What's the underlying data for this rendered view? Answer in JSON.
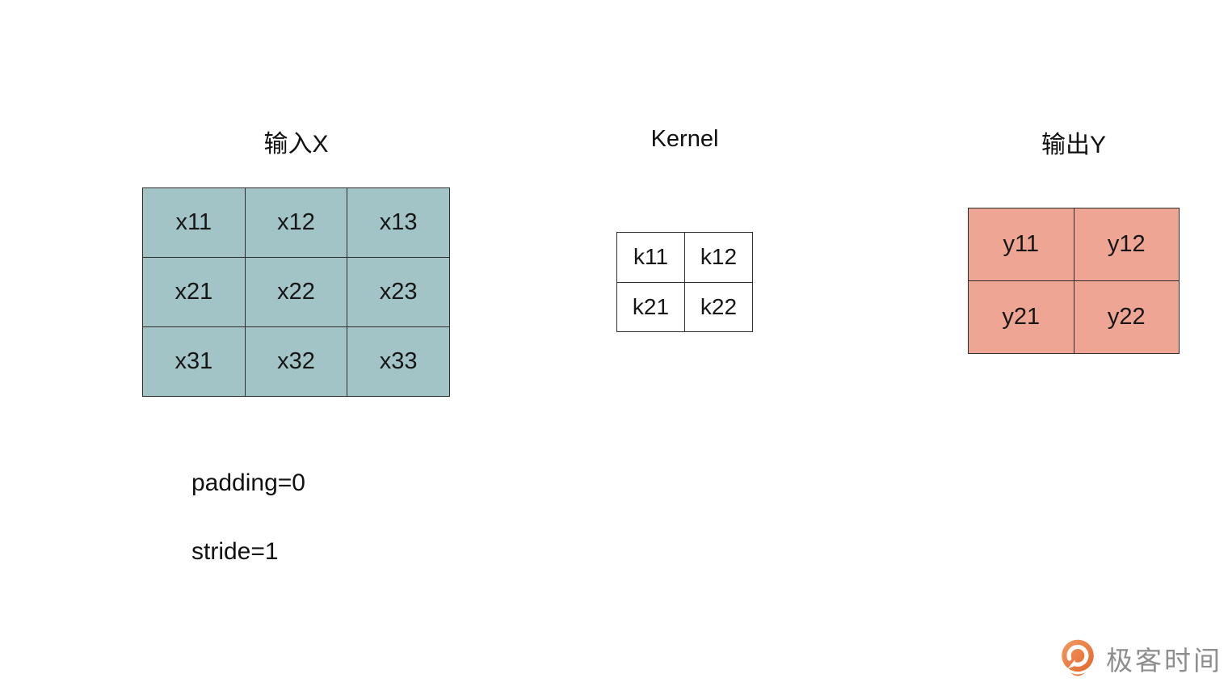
{
  "page": {
    "background_color": "#ffffff",
    "text_color": "#161616",
    "border_color": "#2e2e2e"
  },
  "input_matrix": {
    "title": "输入X",
    "rows": 3,
    "cols": 3,
    "fill_color": "#a2c4c6",
    "cells": [
      [
        "x11",
        "x12",
        "x13"
      ],
      [
        "x21",
        "x22",
        "x23"
      ],
      [
        "x31",
        "x32",
        "x33"
      ]
    ]
  },
  "kernel_matrix": {
    "title": "Kernel",
    "rows": 2,
    "cols": 2,
    "fill_color": "#ffffff",
    "cells": [
      [
        "k11",
        "k12"
      ],
      [
        "k21",
        "k22"
      ]
    ]
  },
  "output_matrix": {
    "title": "输出Y",
    "rows": 2,
    "cols": 2,
    "fill_color": "#eea594",
    "cells": [
      [
        "y11",
        "y12"
      ],
      [
        "y21",
        "y22"
      ]
    ]
  },
  "annotations": {
    "padding": "padding=0",
    "stride": "stride=1"
  },
  "logo": {
    "text": "极客时间",
    "icon": "geektime-logo-icon",
    "accent_color": "#e87a3e",
    "accent_color_light": "#f29a60",
    "text_color": "#8e8e8e"
  }
}
